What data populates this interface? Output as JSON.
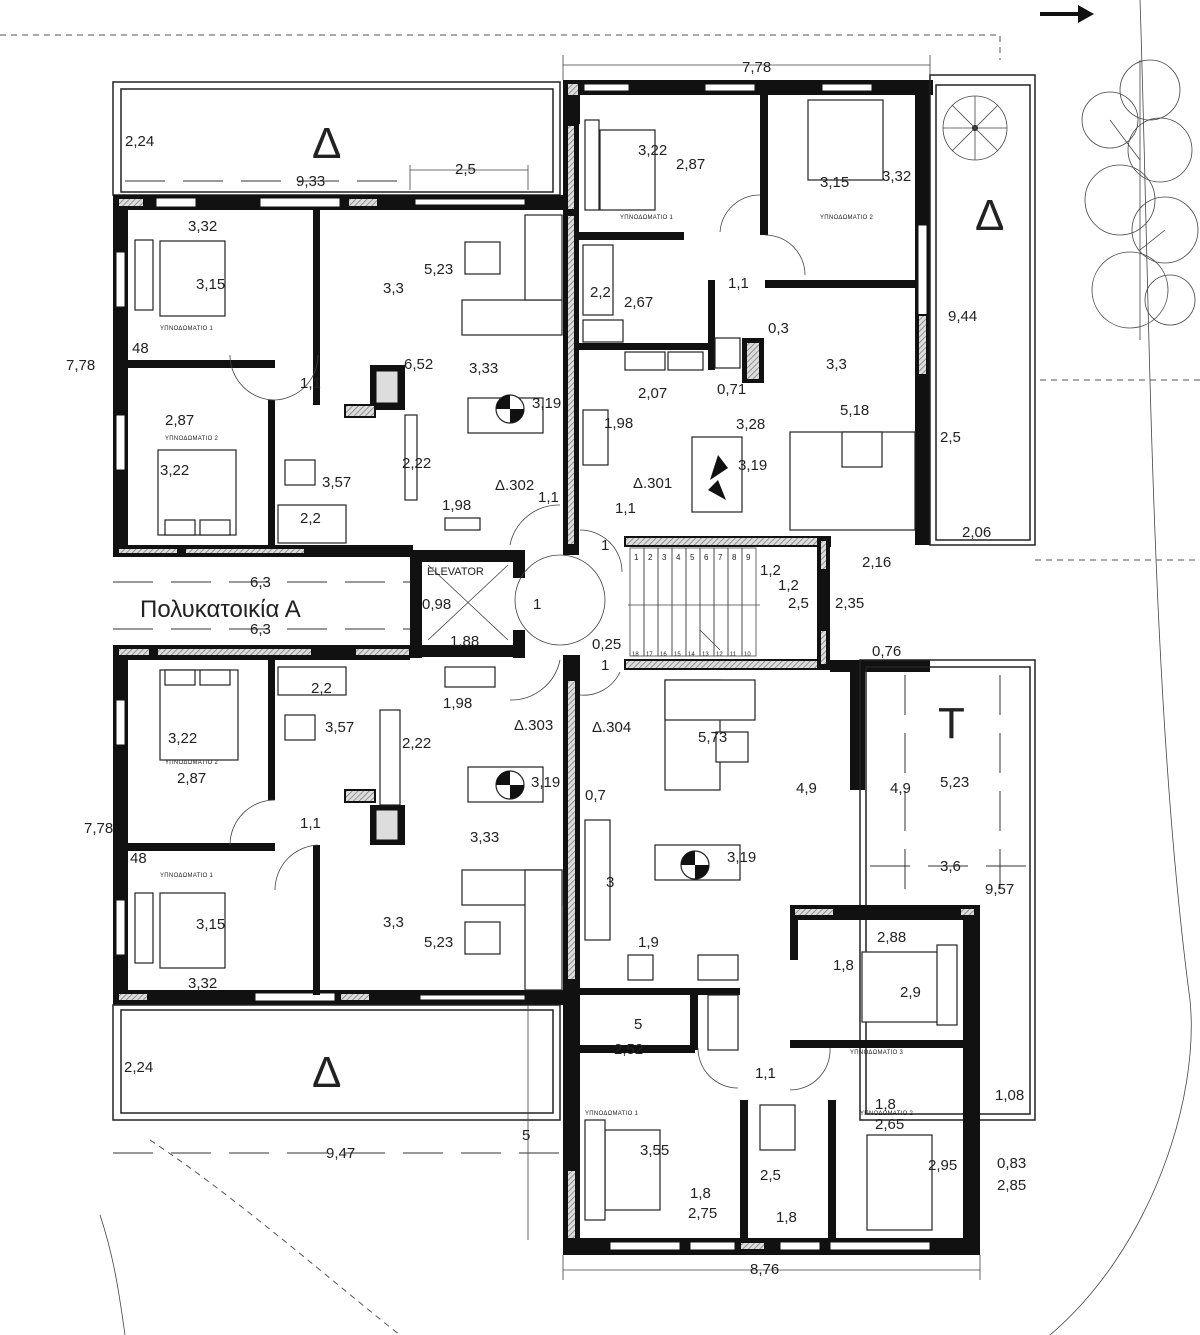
{
  "title": "Πολυκατοικία Α",
  "symbols": {
    "balcony": "Δ",
    "terrace": "T"
  },
  "labels": [
    "7,78",
    "2,24",
    "9,33",
    "2,5",
    "3,32",
    "3,15",
    "ΥΠΝΟΔΩΜΑΤΙΟ 1",
    "48",
    "7,78",
    "3,3",
    "5,23",
    "6,52",
    "3,33",
    "3,19",
    "1,1",
    "2,87",
    "ΥΠΝΟΔΩΜΑΤΙΟ 2",
    "3,22",
    "3,57",
    "2,22",
    "2,2",
    "1,98",
    "Δ.302",
    "1,1",
    "3,22",
    "2,87",
    "3,15",
    "3,32",
    "ΥΠΝΟΔΩΜΑΤΙΟ 1",
    "ΥΠΝΟΔΩΜΑΤΙΟ 2",
    "2,2",
    "2,67",
    "1,1",
    "9,44",
    "0,3",
    "3,3",
    "2,07",
    "0,71",
    "1,98",
    "3,28",
    "5,18",
    "3,19",
    "2,5",
    "Δ.301",
    "1,1",
    "2,06",
    "1",
    "6,3",
    "6,3",
    "ELEVATOR",
    "0,98",
    "1",
    "1,88",
    "2,16",
    "1,2",
    "1,2",
    "2,5",
    "2,35",
    "0,25",
    "0,76",
    "1",
    "2,2",
    "3,57",
    "1,98",
    "Δ.303",
    "3,22",
    "ΥΠΝΟΔΩΜΑΤΙΟ 2",
    "2,87",
    "2,22",
    "3,19",
    "1,1",
    "3,33",
    "7,78",
    "48",
    "ΥΠΝΟΔΩΜΑΤΙΟ 1",
    "3,15",
    "3,3",
    "5,23",
    "3,32",
    "Δ.304",
    "5,73",
    "4,9",
    "4,9",
    "5,23",
    "0,7",
    "3,19",
    "3",
    "3,6",
    "9,57",
    "1,9",
    "2,88",
    "1,8",
    "2,9",
    "5",
    "2,52",
    "ΥΠΝΟΔΩΜΑΤΙΟ 3",
    "1,1",
    "1,08",
    "ΥΠΝΟΔΩΜΑΤΙΟ 1",
    "ΥΠΝΟΔΩΜΑΤΙΟ 2",
    "1,8",
    "2,65",
    "3,55",
    "1,8",
    "2,5",
    "2,95",
    "0,83",
    "2,85",
    "2,75",
    "1,8",
    "8,76",
    "2,24",
    "9,47",
    "5"
  ],
  "stair_steps_top": [
    "1",
    "2",
    "3",
    "4",
    "5",
    "6",
    "7",
    "8",
    "9"
  ],
  "stair_steps_bottom": [
    "18",
    "17",
    "16",
    "15",
    "14",
    "13",
    "12",
    "11",
    "10"
  ]
}
